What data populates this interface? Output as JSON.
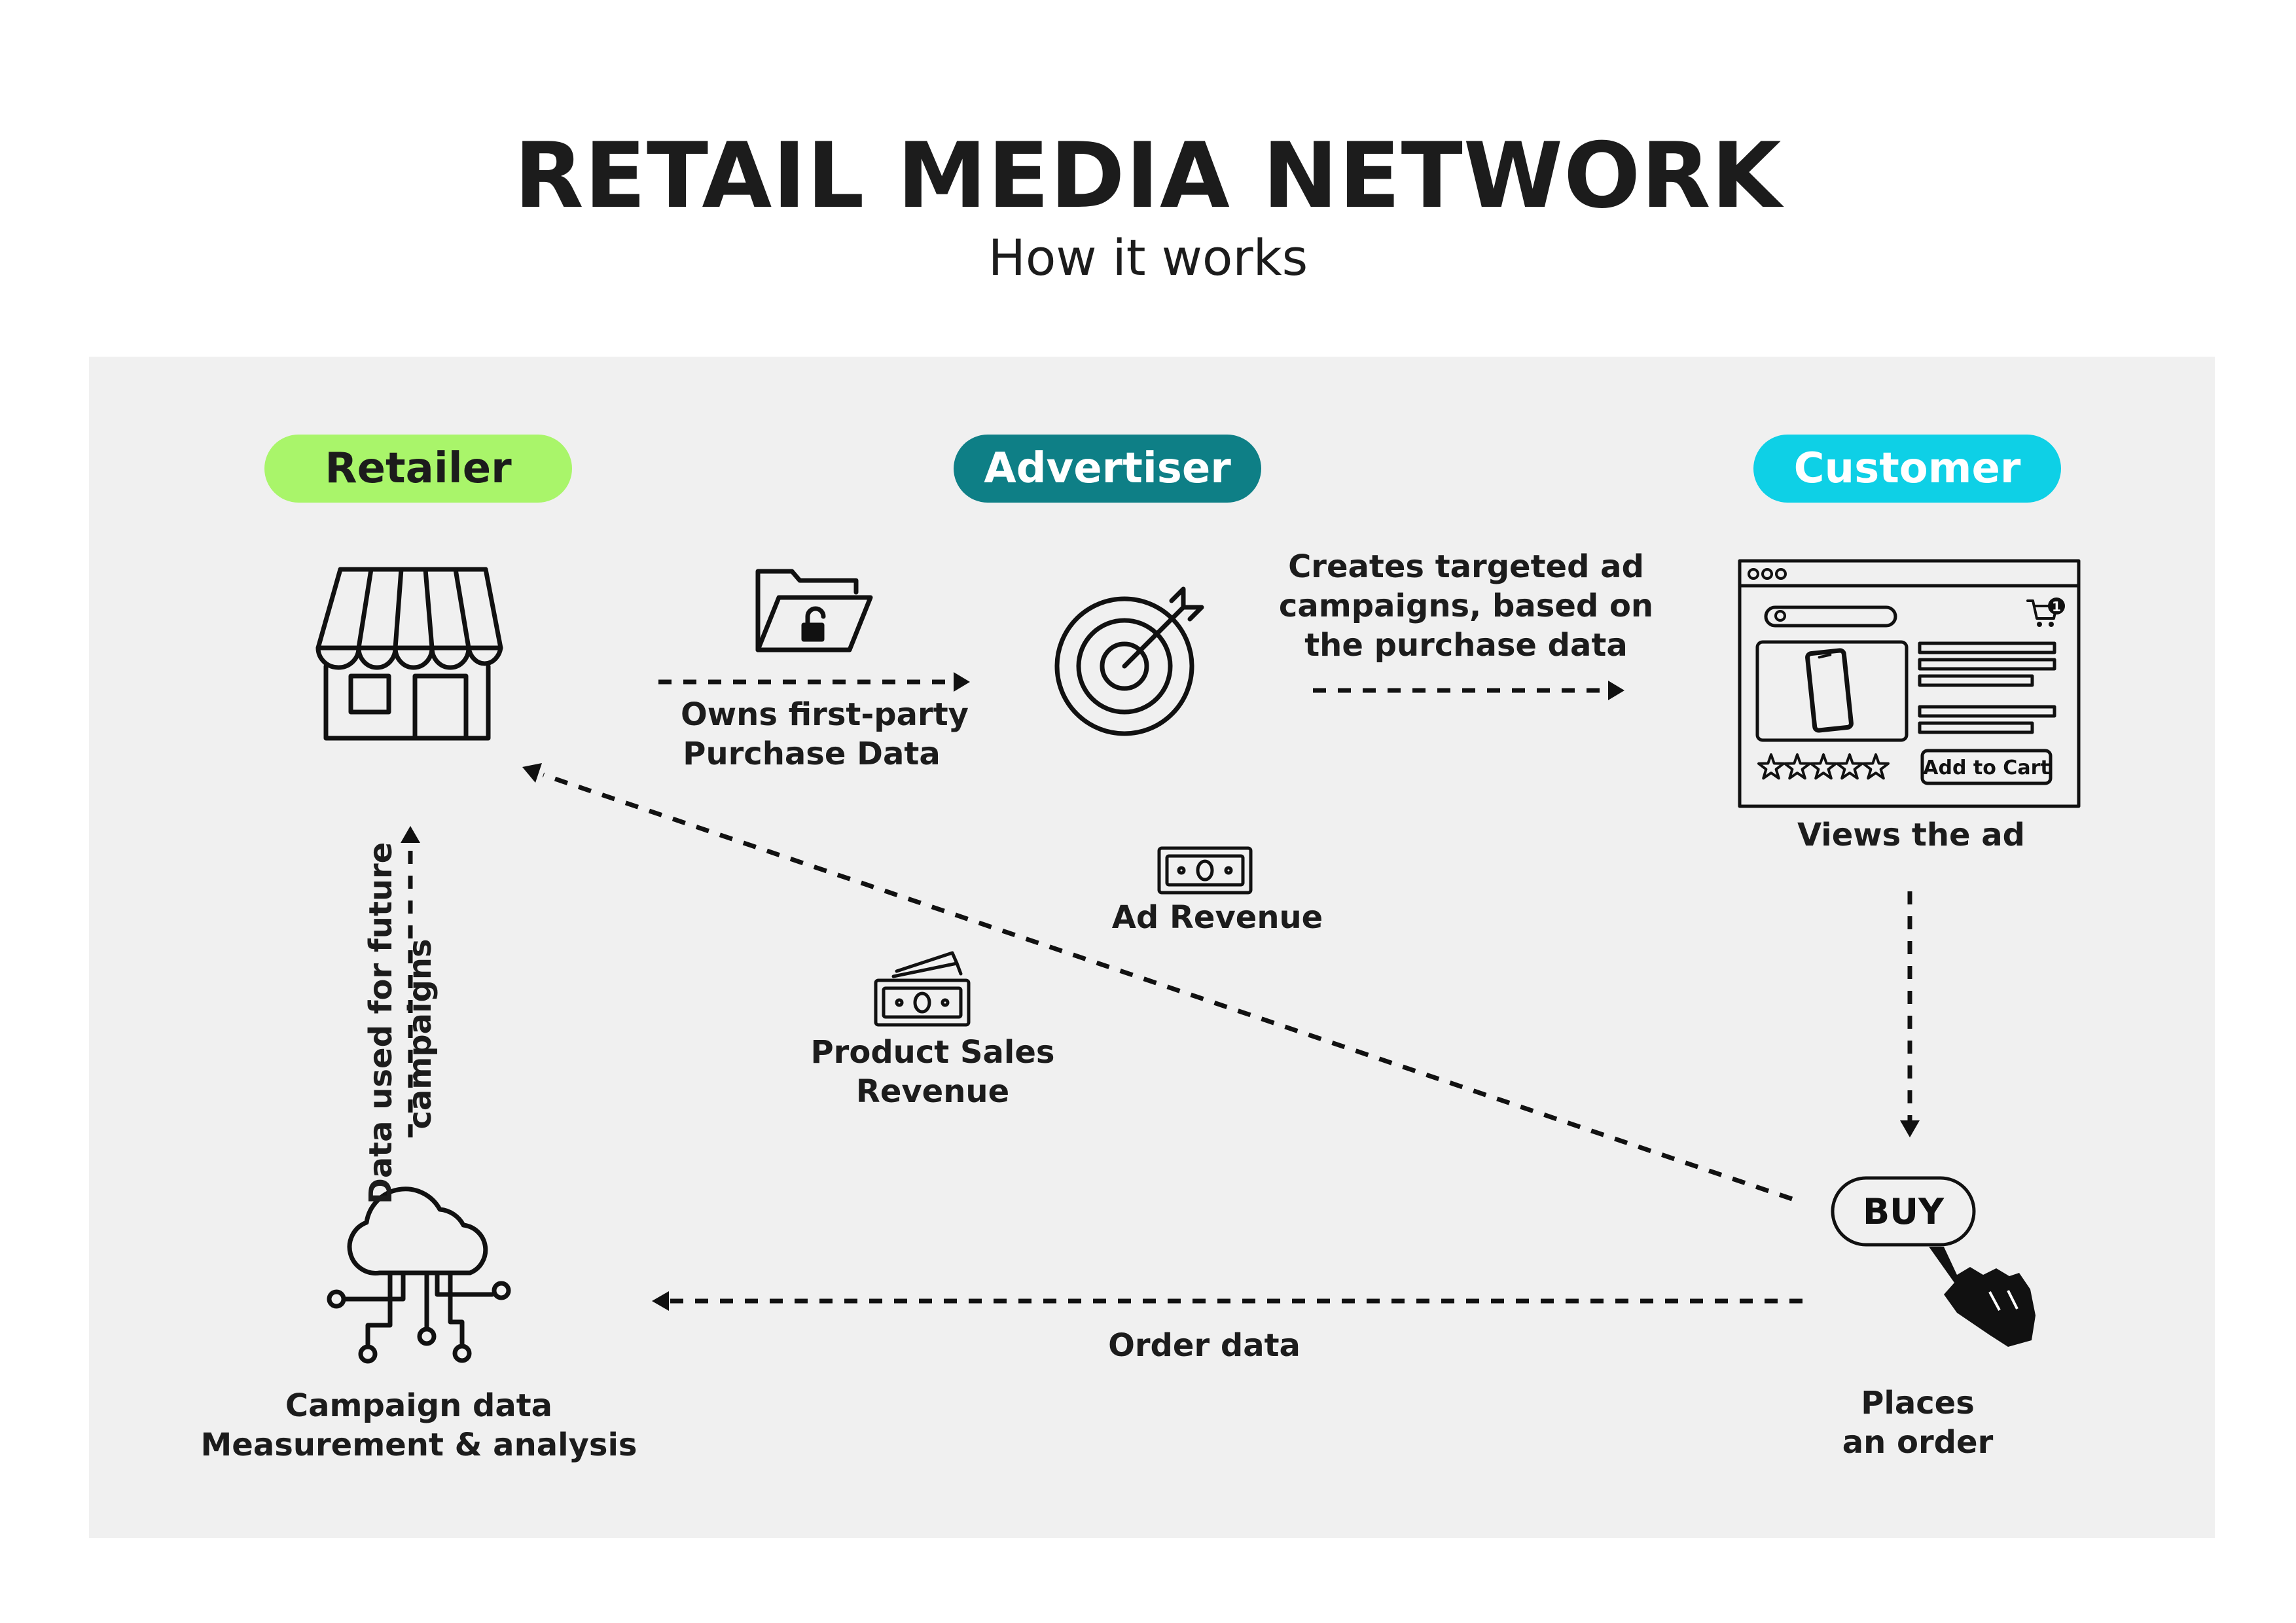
{
  "title": "Retail Media Network",
  "subtitle": "How it works",
  "actors": {
    "retailer": {
      "label": "Retailer",
      "color": "#a9f56a",
      "text_color": "#1c1c1c"
    },
    "advertiser": {
      "label": "Advertiser",
      "color": "#0e7f86",
      "text_color": "#ffffff"
    },
    "customer": {
      "label": "Customer",
      "color": "#0ed0e6",
      "text_color": "#ffffff"
    }
  },
  "panel_color": "#f0f0f0",
  "labels": {
    "purchase_data": [
      "Owns first-party",
      "Purchase Data"
    ],
    "targeted_ads": [
      "Creates targeted ad",
      "campaigns, based on",
      "the purchase data"
    ],
    "views_ad": "Views the ad",
    "ad_revenue": "Ad Revenue",
    "product_sales": [
      "Product Sales",
      "Revenue"
    ],
    "future_campaigns": [
      "Data used for future",
      "campaigns"
    ],
    "campaign_data": [
      "Campaign data",
      "Measurement & analysis"
    ],
    "order_data": "Order data",
    "places_order": [
      "Places",
      "an order"
    ]
  },
  "buy_button": "BUY",
  "mockup": {
    "add_to_cart": "Add to Cart",
    "cart_count": "1",
    "rating_stars": 5
  },
  "icons": {
    "retailer": "storefront-icon",
    "purchase_data": "unlocked-folder-icon",
    "advertiser": "target-icon",
    "customer": "webpage-mockup-icon",
    "ad_revenue": "banknote-icon",
    "product_sales": "banknote-stack-icon",
    "campaign_data": "cloud-network-icon",
    "buy": "pointing-hand-icon"
  }
}
